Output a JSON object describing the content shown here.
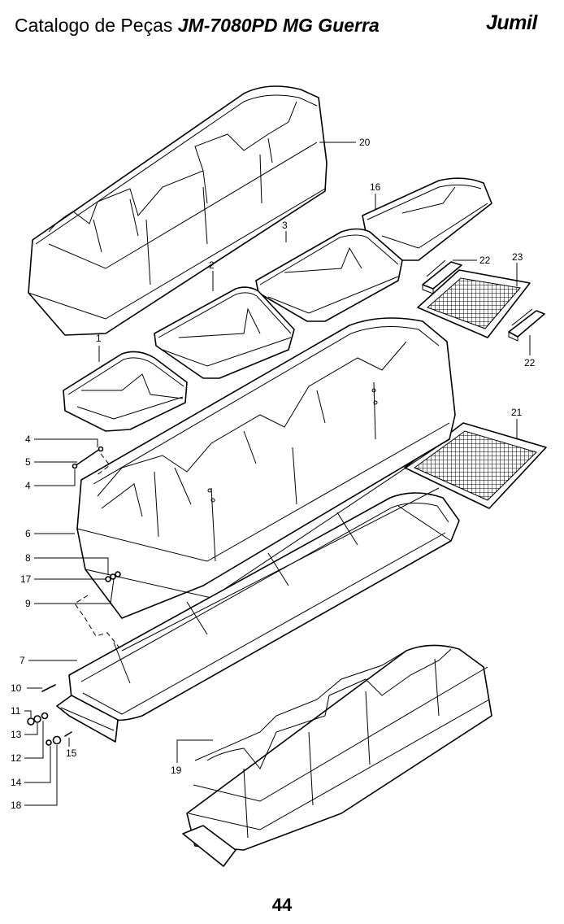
{
  "header": {
    "title": "Catalogo de Peças",
    "model": "JM-7080PD MG Guerra",
    "brand": "Jumil"
  },
  "page_number": "44",
  "callouts": {
    "c1": "1",
    "c2": "2",
    "c3": "3",
    "c4a": "4",
    "c4b": "4",
    "c5": "5",
    "c6": "6",
    "c7": "7",
    "c8": "8",
    "c9": "9",
    "c10": "10",
    "c11": "11",
    "c12": "12",
    "c13": "13",
    "c14": "14",
    "c15": "15",
    "c16": "16",
    "c17": "17",
    "c18": "18",
    "c19": "19",
    "c20": "20",
    "c21": "21",
    "c22a": "22",
    "c22b": "22",
    "c23": "23"
  }
}
